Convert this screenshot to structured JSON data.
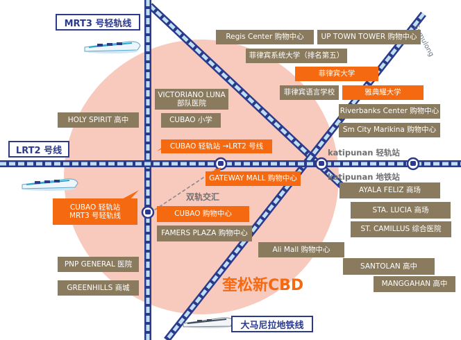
{
  "lines": {
    "mrt3": "MRT3 号轻轨线",
    "lrt2": "LRT2 号线",
    "dmnl": "大马尼拉地铁线",
    "sumulong": "Sumulong"
  },
  "stations": {
    "katipunan_lrt": "katipunan 轻轨站",
    "katipunan_metro": "katipunan 地铁站",
    "interchange": "双轨交汇"
  },
  "cbd_title": "奎松新CBD",
  "callouts": {
    "cubao_lrt2": "CUBAO 轻轨站 →LRT2 号线",
    "cubao_mrt3_line1": "CUBAO 轻轨站",
    "cubao_mrt3_line2": "MRT3 号轻轨线"
  },
  "places": {
    "regis_center": "Regis Center 购物中心",
    "uptown_tower": "UP TOWN TOWER 购物中心",
    "phil_univ": "菲律宾系统大学（排名第五）",
    "phil_university": "菲律宾大学",
    "phil_lang_school": "菲律宾语言学校",
    "ateneo": "雅典耀大学",
    "riverbanks": "Riverbanks Center 购物中心",
    "sm_marikina": "Sm City Marikina 购物中心",
    "victoriano_1": "VICTORIANO LUNA",
    "victoriano_2": "部队医院",
    "cubao_primary": "CUBAO 小学",
    "holy_spirit": "HOLY SPIRIT 高中",
    "gateway_mall": "GATEWAY MALL 购物中心",
    "cubao_mall": "CUBAO 购物中心",
    "famers_plaza": "FAMERS PLAZA 购物中心",
    "ali_mall": "Ali Mall 购物中心",
    "ayala_feliz": "AYALA FELIZ 商场",
    "sta_lucia": "STA. LUCIA 商场",
    "st_camillus": "ST. CAMILLUS 综合医院",
    "pnp_general": "PNP GENERAL 医院",
    "greenhills": "GREENHILLS 商城",
    "santolan": "SANTOLAN 高中",
    "manggahan": "MANGGAHAN 高中"
  },
  "colors": {
    "rail_blue": "#2c3a8c",
    "light_blue": "#bfe0f4",
    "cbd_circle": "#f8c9bd",
    "orange": "#f56a10",
    "brown": "#8a7a5e"
  }
}
